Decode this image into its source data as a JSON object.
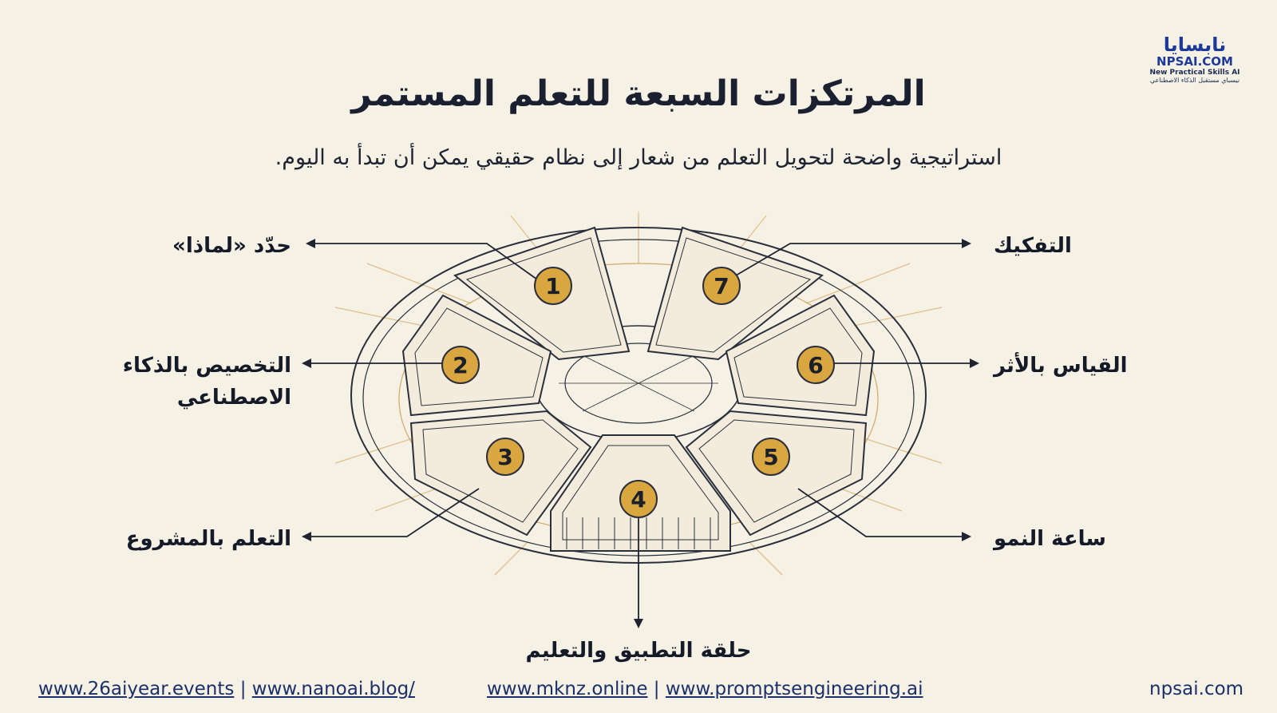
{
  "header": {
    "title": "المرتكزات السبعة للتعلم المستمر",
    "subtitle": "استراتيجية واضحة لتحويل التعلم من شعار إلى نظام حقيقي يمكن أن تبدأ به اليوم."
  },
  "logo": {
    "arabic": "نابسايا",
    "domain": "NPSAI.COM",
    "tagline": "New Practical Skills AI",
    "tagline_ar": "نيسباي مستقبل الذكاء الاصطناعي"
  },
  "pillars": [
    {
      "number": "1",
      "label": "حدّد «لماذا»"
    },
    {
      "number": "2",
      "label_line1": "التخصيص بالذكاء",
      "label_line2": "الاصطناعي"
    },
    {
      "number": "3",
      "label": "التعلم بالمشروع"
    },
    {
      "number": "4",
      "label": "حلقة التطبيق والتعليم"
    },
    {
      "number": "5",
      "label": "ساعة النمو"
    },
    {
      "number": "6",
      "label": "القياس بالأثر"
    },
    {
      "number": "7",
      "label": "التفكيك"
    }
  ],
  "colors": {
    "background": "#f6f1e5",
    "badge": "#d9a63f",
    "line": "#2a2f3c",
    "accent_lines": "#d8b574"
  },
  "footer": {
    "left_link_1": "www.26aiyear.events",
    "left_link_2": "www.nanoai.blog/",
    "separator": "|",
    "center_link_1": "www.mknz.online",
    "center_link_2": "www.promptsengineering.ai",
    "right": "npsai.com"
  }
}
